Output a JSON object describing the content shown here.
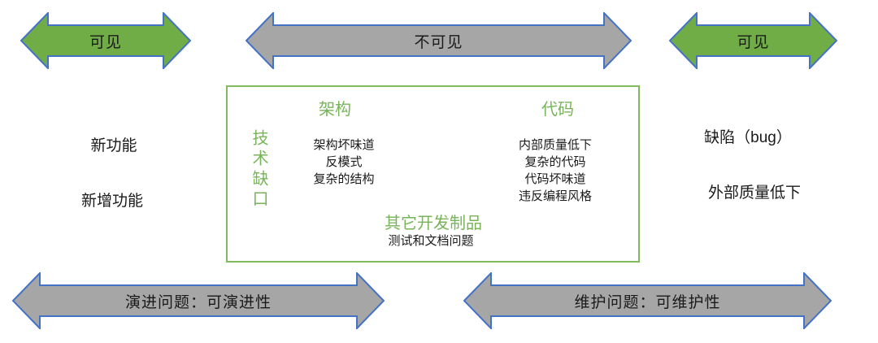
{
  "palette": {
    "arrow_green": "#70AD47",
    "arrow_gray": "#A6A6A6",
    "arrow_border": "#4472C4",
    "box_border": "#84BA5F",
    "green_text": "#77B558",
    "black_text": "#1a1a1a"
  },
  "top_arrows": {
    "visible_left": "可见",
    "invisible_center": "不可见",
    "visible_right": "可见"
  },
  "bottom_arrows": {
    "evolution": "演进问题：可演进性",
    "maintenance": "维护问题：可维护性"
  },
  "outside_labels": {
    "new_feature": "新功能",
    "added_feature": "新增功能",
    "defect": "缺陷（bug）",
    "low_external_quality": "外部质量低下"
  },
  "box": {
    "side_title": "技术缺口",
    "architecture": {
      "title": "架构",
      "items": [
        "架构坏味道",
        "反模式",
        "复杂的结构"
      ]
    },
    "code": {
      "title": "代码",
      "items": [
        "内部质量低下",
        "复杂的代码",
        "代码坏味道",
        "违反编程风格"
      ]
    },
    "other_artifacts": {
      "title": "其它开发制品",
      "items": [
        "测试和文档问题"
      ]
    }
  }
}
